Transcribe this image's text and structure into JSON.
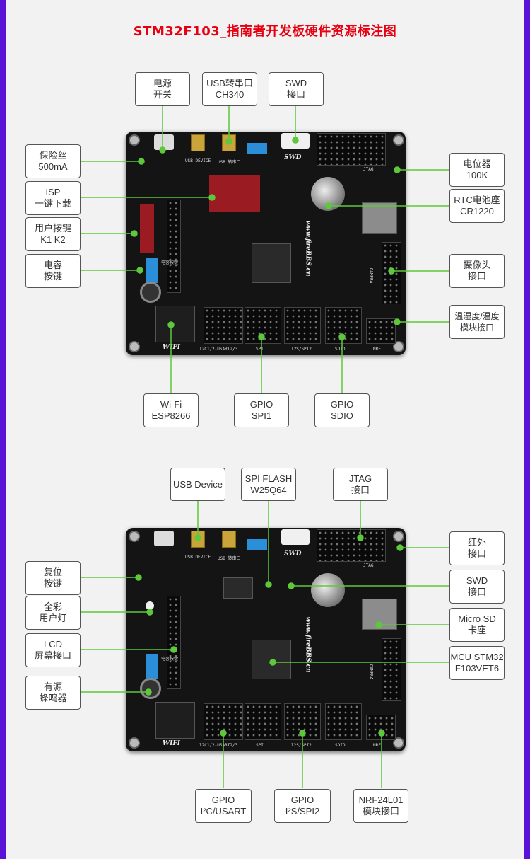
{
  "title": "STM32F103_指南者开发板硬件资源标注图",
  "colors": {
    "frame": "#5a13d6",
    "title": "#e60012",
    "leader": "#5dc83b",
    "board": "#141414"
  },
  "diagram1": {
    "labels": {
      "power_switch": "电源\n开关",
      "usb_serial": "USB转串口\nCH340",
      "swd": "SWD\n接口",
      "fuse": "保险丝\n500mA",
      "isp": "ISP\n一键下载",
      "user_keys": "用户按键\nK1  K2",
      "cap_key": "电容\n按键",
      "potentiometer": "电位器\n100K",
      "rtc": "RTC电池座\nCR1220",
      "camera": "摄像头\n接口",
      "temp_humidity": "温湿度/温度\n模块接口",
      "wifi": "Wi-Fi\nESP8266",
      "gpio_spi1": "GPIO\nSPI1",
      "gpio_sdio": "GPIO\nSDIO"
    }
  },
  "diagram2": {
    "labels": {
      "usb_device": "USB Device",
      "spi_flash": "SPI FLASH\nW25Q64",
      "jtag": "JTAG\n接口",
      "reset": "复位\n按键",
      "rgb_led": "全彩\n用户灯",
      "lcd": "LCD\n屏幕接口",
      "buzzer": "有源\n蜂鸣器",
      "infrared": "红外\n接口",
      "swd": "SWD\n接口",
      "microsd": "Micro SD\n卡座",
      "mcu": "MCU STM32\nF103VET6",
      "gpio_i2c_usart": "GPIO\nI²C/USART",
      "gpio_i2s_spi2": "GPIO\nI²S/SPI2",
      "nrf": "NRF24L01\n模块接口"
    }
  },
  "board_text": {
    "swd": "SWD",
    "jtag": "JTAG",
    "wifi": "WIFI",
    "url": "www.fireBBS.cn",
    "camera": "CAMERA",
    "usb_device": "USB DEVICE",
    "usb_serial": "USB 转串口",
    "spi": "SPI",
    "i2s_spi2": "I2S/SPI2",
    "sdio": "SDIO",
    "nrf": "NRF",
    "i2c_usart": "I2C1/2-USART2/3",
    "cap_key": "电容按键"
  }
}
